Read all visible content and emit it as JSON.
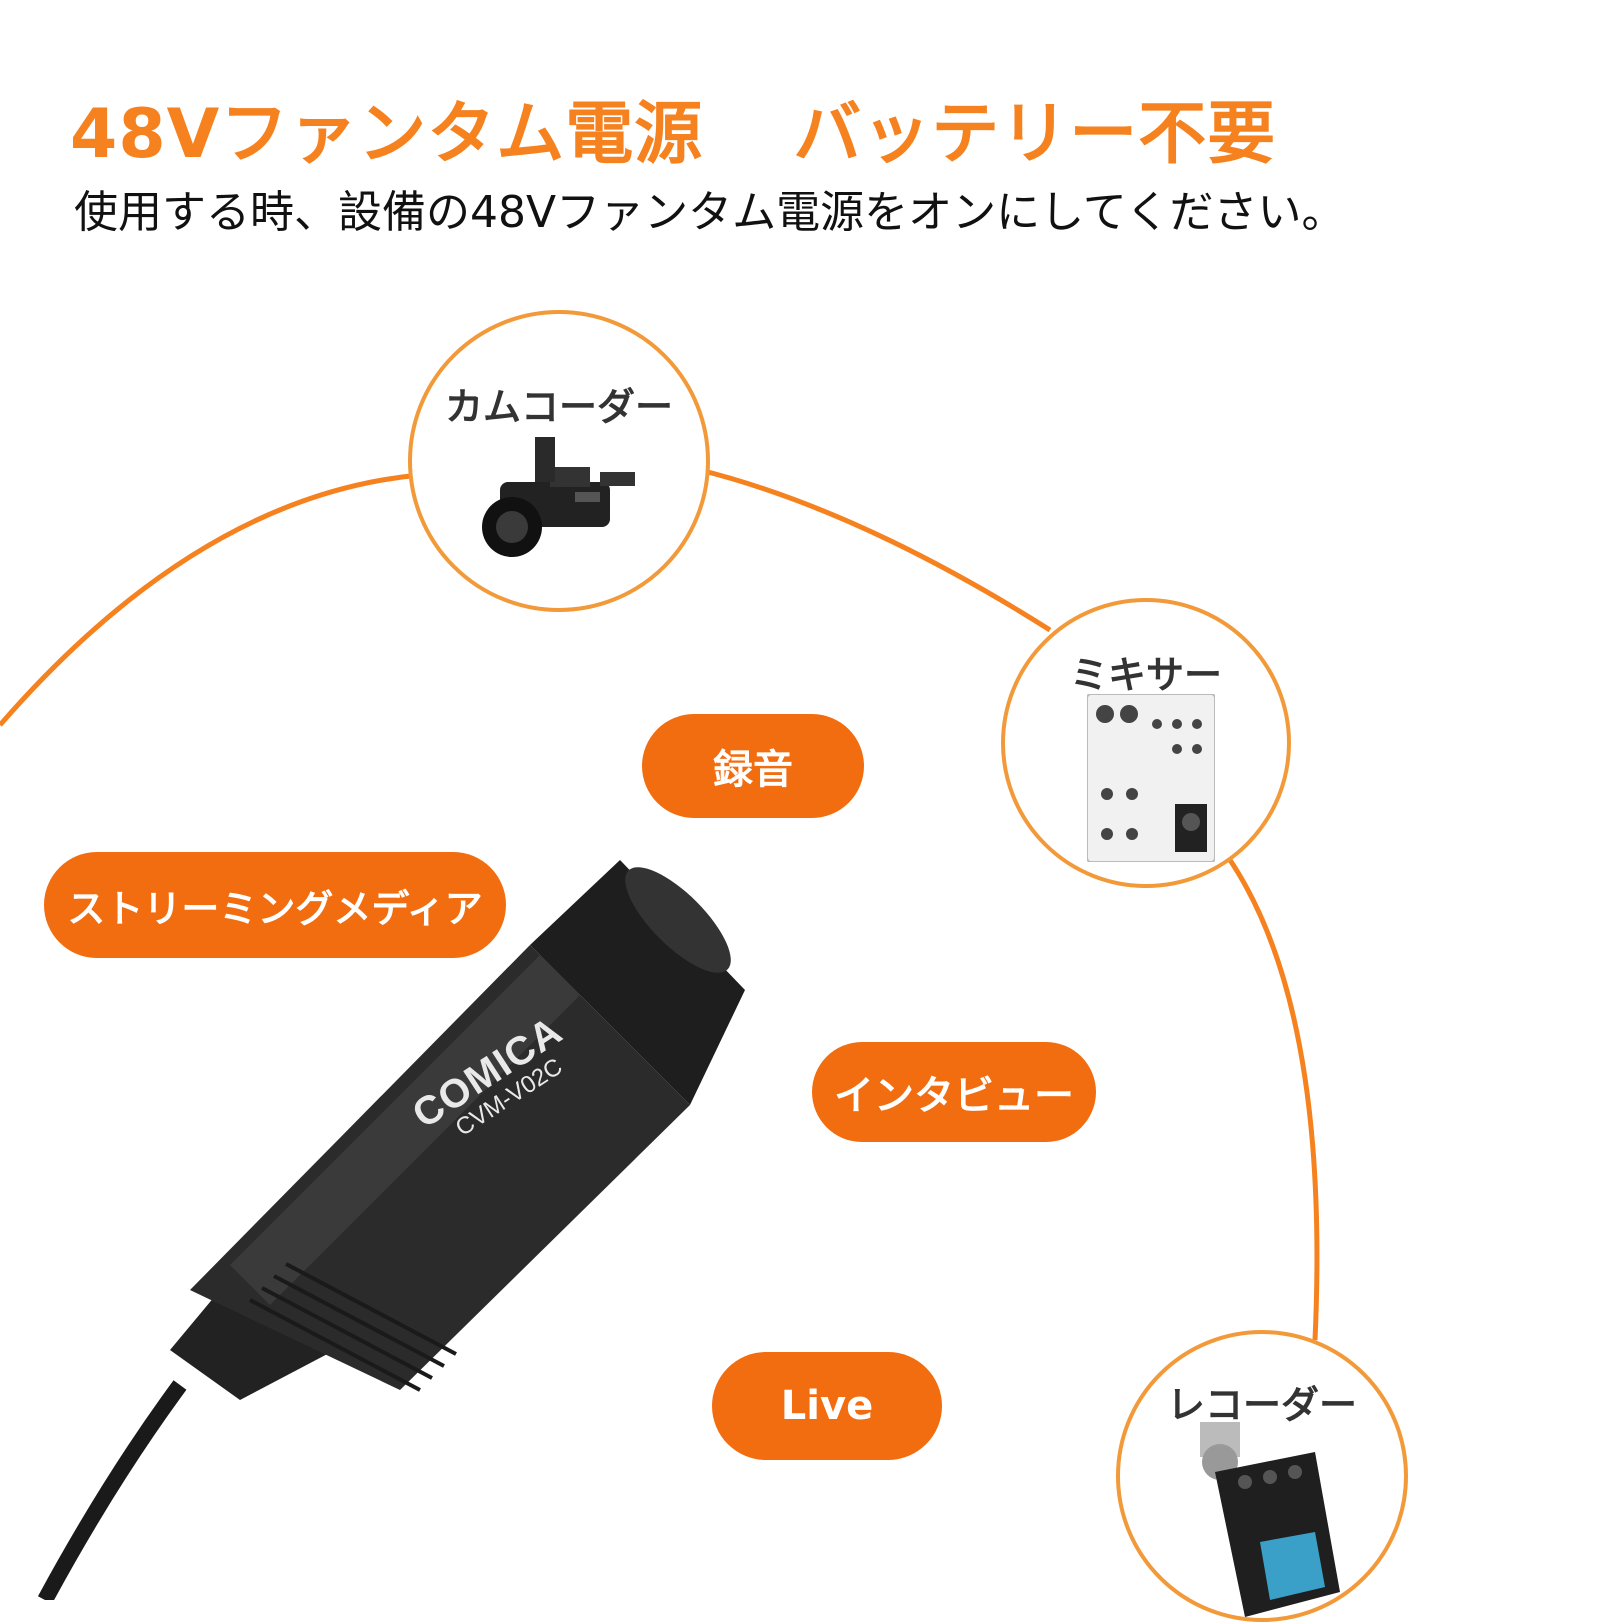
{
  "header": {
    "title_left": "48Vファンタム電源",
    "title_right": "バッテリー不要",
    "subtitle": "使用する時、設備の48Vファンタム電源をオンにしてください。"
  },
  "devices": [
    {
      "label": "カムコーダー",
      "icon": "camcorder-icon"
    },
    {
      "label": "ミキサー",
      "icon": "mixer-icon"
    },
    {
      "label": "レコーダー",
      "icon": "recorder-icon"
    }
  ],
  "uses": [
    "録音",
    "ストリーミングメディア",
    "インタビュー",
    "Live"
  ],
  "product": {
    "brand": "COMICA",
    "model": "CVM-V02C"
  },
  "colors": {
    "accent": "#f5821f",
    "pill": "#f26d0f",
    "ring": "#f29a3a"
  }
}
